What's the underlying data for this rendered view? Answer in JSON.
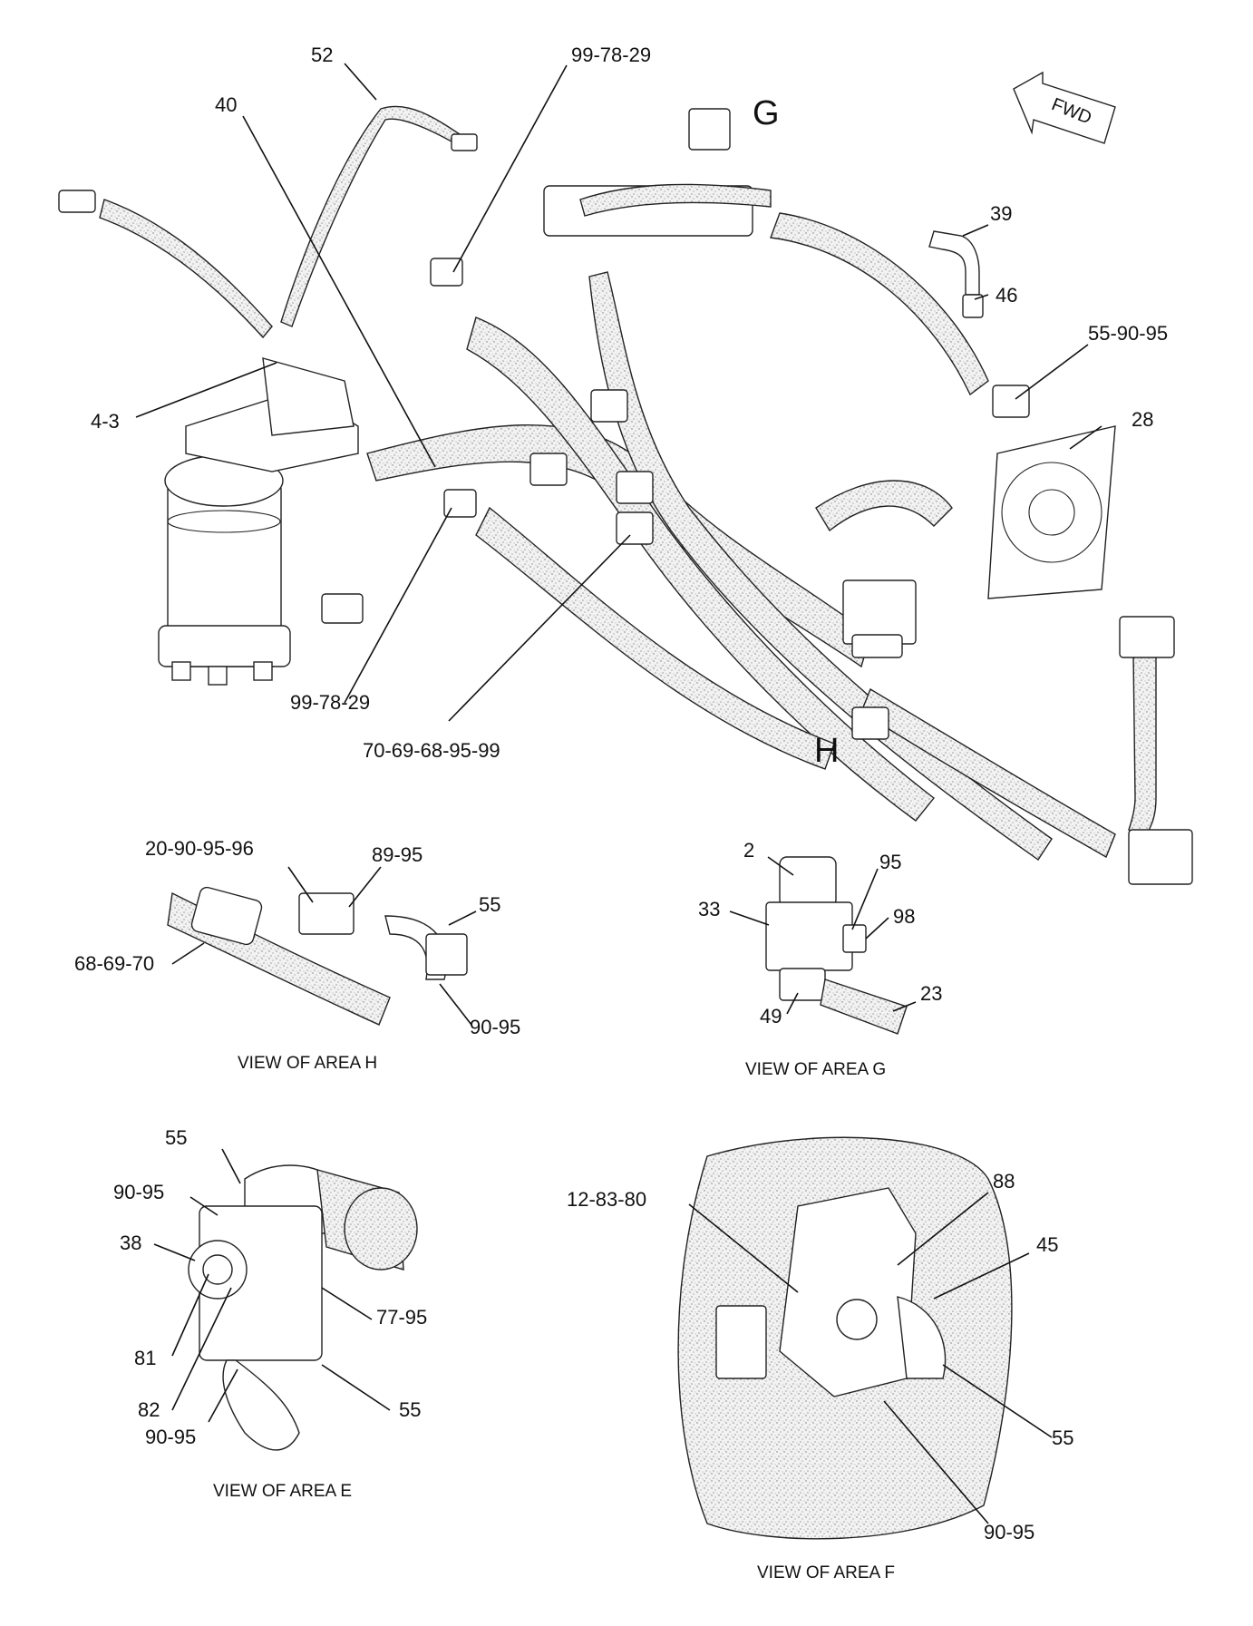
{
  "diagram": {
    "main_labels": [
      {
        "id": "l52",
        "text": "52"
      },
      {
        "id": "l40",
        "text": "40"
      },
      {
        "id": "l997829a",
        "text": "99-78-29"
      },
      {
        "id": "lG",
        "text": "G"
      },
      {
        "id": "l39",
        "text": "39"
      },
      {
        "id": "l46",
        "text": "46"
      },
      {
        "id": "l559095",
        "text": "55-90-95"
      },
      {
        "id": "l28",
        "text": "28"
      },
      {
        "id": "l43",
        "text": "4-3"
      },
      {
        "id": "l997829b",
        "text": "99-78-29"
      },
      {
        "id": "l7069",
        "text": "70-69-68-95-99"
      },
      {
        "id": "lH",
        "text": "H"
      }
    ],
    "fwd_arrow": {
      "text": "FWD",
      "icon": "fwd-arrow-icon"
    },
    "view_h": {
      "caption": "VIEW OF AREA H",
      "labels": [
        "20-90-95-96",
        "89-95",
        "55",
        "68-69-70",
        "90-95"
      ]
    },
    "view_g": {
      "caption": "VIEW OF AREA G",
      "labels": [
        "2",
        "95",
        "33",
        "98",
        "23",
        "49"
      ]
    },
    "view_e": {
      "caption": "VIEW OF AREA E",
      "labels": [
        "55",
        "90-95",
        "38",
        "77-95",
        "81",
        "82",
        "55",
        "90-95"
      ]
    },
    "view_f": {
      "caption": "VIEW OF AREA F",
      "labels": [
        "12-83-80",
        "88",
        "45",
        "55",
        "90-95"
      ]
    }
  }
}
